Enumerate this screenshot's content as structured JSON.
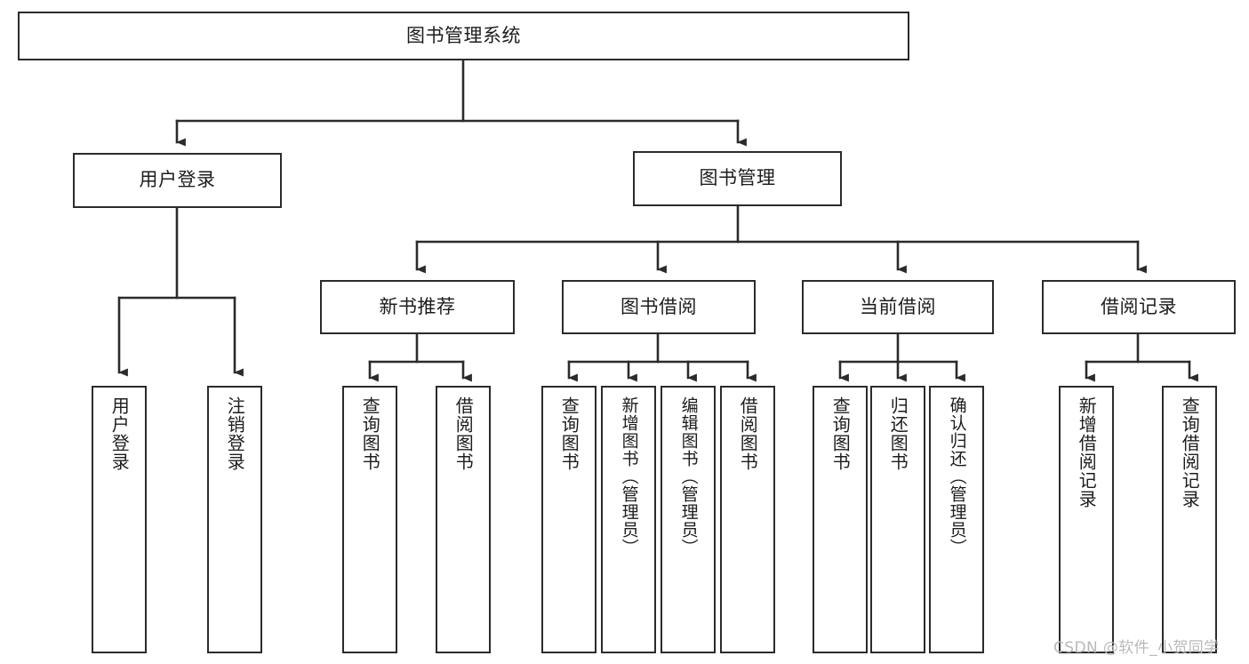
{
  "diagram": {
    "type": "tree",
    "title": "图书管理系统",
    "colors": {
      "box_border": "#2b2b2b",
      "box_fill": "#ffffff",
      "edge": "#2b2b2b",
      "watermark": "#b9b9b9",
      "background": "#ffffff"
    },
    "root": {
      "label": "图书管理系统"
    },
    "level1": [
      {
        "label": "用户登录"
      },
      {
        "label": "图书管理"
      }
    ],
    "level2": [
      {
        "label": "新书推荐"
      },
      {
        "label": "图书借阅"
      },
      {
        "label": "当前借阅"
      },
      {
        "label": "借阅记录"
      }
    ],
    "leaves": {
      "user_login": [
        {
          "label": "用户登录"
        },
        {
          "label": "注销登录"
        }
      ],
      "new_book_recommend": [
        {
          "label": "查询图书"
        },
        {
          "label": "借阅图书"
        }
      ],
      "book_borrow": [
        {
          "label": "查询图书"
        },
        {
          "label": "新增图书（管理员）"
        },
        {
          "label": "编辑图书（管理员）"
        },
        {
          "label": "借阅图书"
        }
      ],
      "current_borrow": [
        {
          "label": "查询图书"
        },
        {
          "label": "归还图书"
        },
        {
          "label": "确认归还（管理员）"
        }
      ],
      "borrow_record": [
        {
          "label": "新增借阅记录"
        },
        {
          "label": "查询借阅记录"
        }
      ]
    }
  },
  "watermark": {
    "text": "CSDN @软件_小贺同学"
  }
}
